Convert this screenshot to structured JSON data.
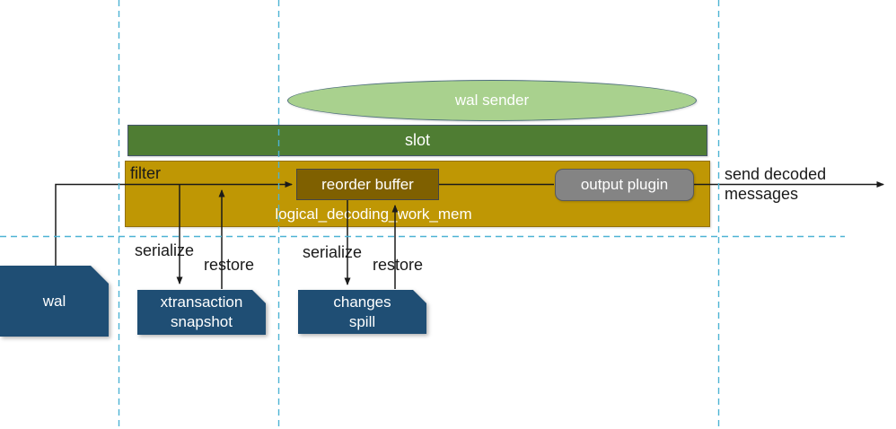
{
  "diagram": {
    "description": "PostgreSQL logical decoding / wal sender data flow diagram",
    "nodes": {
      "wal_sender": {
        "label": "wal sender",
        "shape": "ellipse"
      },
      "slot": {
        "label": "slot",
        "shape": "rect"
      },
      "work_mem": {
        "label": "logical_decoding_work_mem",
        "shape": "rect"
      },
      "filter": {
        "label": "filter"
      },
      "reorder_buffer": {
        "label": "reorder buffer",
        "shape": "rect"
      },
      "output_plugin": {
        "label": "output plugin",
        "shape": "rounded-rect"
      },
      "wal": {
        "label": "wal",
        "shape": "snipped-rect"
      },
      "xtransaction_snapshot": {
        "label": "xtransaction\nsnapshot",
        "shape": "snipped-rect"
      },
      "changes_spill": {
        "label": "changes\nspill",
        "shape": "snipped-rect"
      }
    },
    "edge_labels": {
      "serialize_snapshot": "serialize",
      "restore_snapshot": "restore",
      "serialize_spill": "serialize",
      "restore_spill": "restore",
      "send_decoded": "send decoded\nmessages"
    },
    "edges": [
      "wal -> reorder buffer (through filter)",
      "reorder buffer -> output plugin",
      "output plugin -> send decoded messages",
      "filter line -> xtransaction snapshot (serialize)",
      "xtransaction snapshot -> filter line (restore)",
      "reorder buffer -> changes spill (serialize)",
      "changes spill -> reorder buffer (restore)"
    ]
  },
  "colors": {
    "ellipse_fill": "#a9d18e",
    "ellipse_border": "#50707f",
    "slot_fill": "#4f7d33",
    "work_mem_fill": "#bf9704",
    "reorder_buffer_fill": "#7f6000",
    "output_plugin_fill": "#848484",
    "file_fill": "#1f4e74",
    "guide": "#4db3d4",
    "connector": "#1a1a1a"
  }
}
